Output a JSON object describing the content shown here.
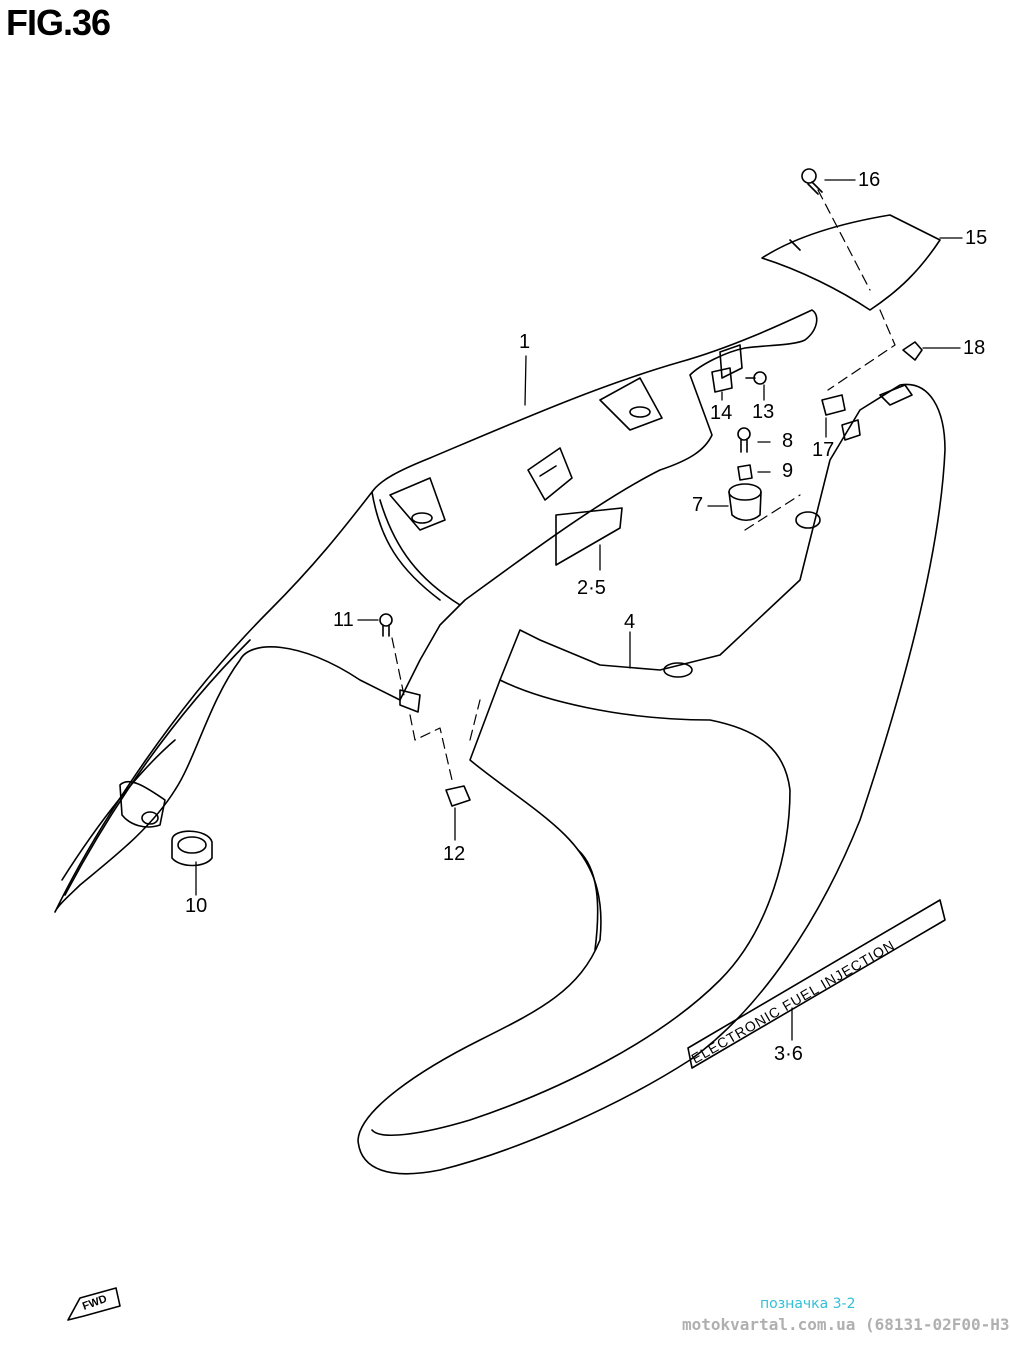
{
  "figure": {
    "title": "FIG.36"
  },
  "callouts": [
    {
      "id": "1",
      "text": "1"
    },
    {
      "id": "2-5",
      "text": "2·5"
    },
    {
      "id": "3-6",
      "text": "3·6"
    },
    {
      "id": "4",
      "text": "4"
    },
    {
      "id": "7",
      "text": "7"
    },
    {
      "id": "8",
      "text": "8"
    },
    {
      "id": "9",
      "text": "9"
    },
    {
      "id": "10",
      "text": "10"
    },
    {
      "id": "11",
      "text": "11"
    },
    {
      "id": "12",
      "text": "12"
    },
    {
      "id": "13",
      "text": "13"
    },
    {
      "id": "14",
      "text": "14"
    },
    {
      "id": "15",
      "text": "15"
    },
    {
      "id": "16",
      "text": "16"
    },
    {
      "id": "17",
      "text": "17"
    },
    {
      "id": "18",
      "text": "18"
    }
  ],
  "emblem": {
    "text": "ELECTRONIC FUEL INJECTION"
  },
  "direction_marker": {
    "text": "FWD"
  },
  "watermark": {
    "subtitle": "позначка 3-2",
    "main": "motokvartal.com.ua (68131-02F00-H3"
  }
}
